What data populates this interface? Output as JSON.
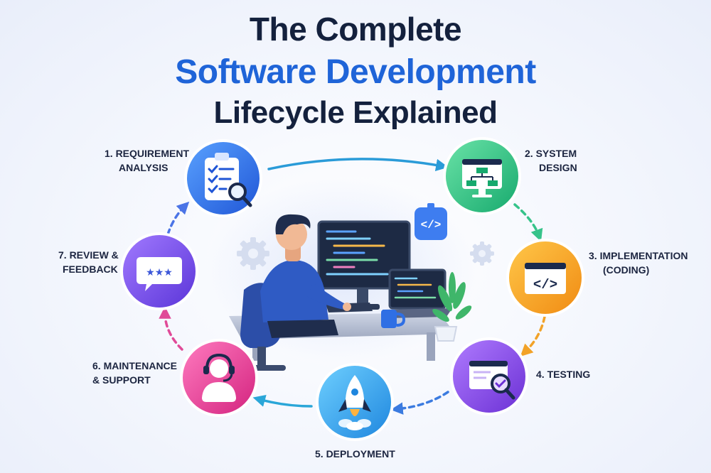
{
  "title": {
    "line1": "The Complete",
    "line2": "Software Development",
    "line3": "Lifecycle Explained"
  },
  "colors": {
    "title_dark": "#14213d",
    "title_accent": "#1f64d8",
    "requirement": "#2f6fe4",
    "design": "#2fc48a",
    "implementation": "#f7a81e",
    "testing": "#8a47e0",
    "deployment": "#27a3e6",
    "maintenance": "#ec4a9c",
    "review": "#7b4ff0"
  },
  "stages": [
    {
      "key": "requirement",
      "lines": [
        "1. Requirement",
        "Analysis"
      ],
      "icon": "clipboard-checklist-magnifier-icon"
    },
    {
      "key": "design",
      "lines": [
        "2. System",
        "Design"
      ],
      "icon": "flowchart-window-icon"
    },
    {
      "key": "implementation",
      "lines": [
        "3. Implementation",
        "(Coding)"
      ],
      "icon": "code-window-icon"
    },
    {
      "key": "testing",
      "lines": [
        "4. Testing"
      ],
      "icon": "window-checkmark-magnifier-icon"
    },
    {
      "key": "deployment",
      "lines": [
        "5. Deployment"
      ],
      "icon": "rocket-icon"
    },
    {
      "key": "maintenance",
      "lines": [
        "6. Maintenance",
        "& Support"
      ],
      "icon": "headset-support-icon"
    },
    {
      "key": "review",
      "lines": [
        "7. Review &",
        "Feedback"
      ],
      "icon": "rating-stars-chat-icon"
    }
  ],
  "center_illustration": {
    "icon": "developer-at-desk-icon",
    "badge_icon": "code-badge-icon",
    "code_symbol": "</>",
    "stars": "★★★"
  }
}
